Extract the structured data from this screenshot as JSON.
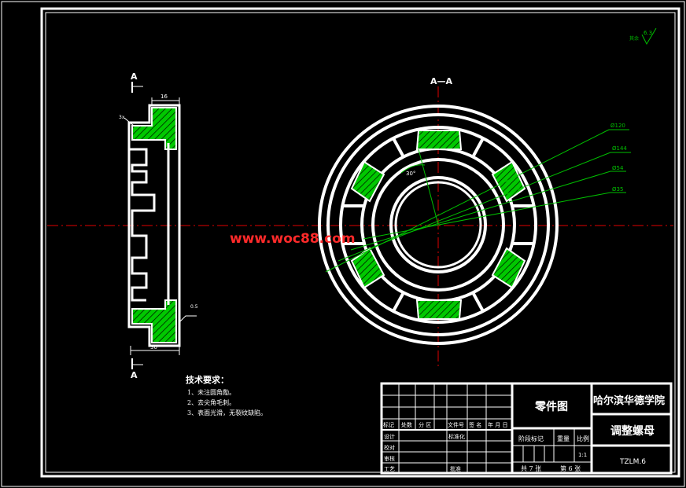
{
  "section_labels": {
    "section_left_top": "A",
    "section_left_bottom": "A",
    "section_view": "A—A"
  },
  "dimensions": {
    "width_top": "16",
    "width_bottom": "30",
    "chamfer_top": "3x",
    "chamfer_bottom": "0.5",
    "angle": "30°",
    "dia_1": "Ø120",
    "dia_2": "Ø144",
    "dia_3": "Ø54",
    "dia_4": "Ø35"
  },
  "roughness": {
    "label": "其余",
    "value": "6.3"
  },
  "watermark": "www.woc88.com",
  "tech_requirements": {
    "title": "技术要求：",
    "items": [
      "1、未注圆角勪。",
      "2、去尖角毛刺。",
      "3、表面光滑，无裂纹缺陷。"
    ]
  },
  "title_block": {
    "drawing_type": "零件图",
    "institution": "哈尔滨华德学院",
    "part_name": "调整螺母",
    "drawing_number": "TZLM.6",
    "revision_headers": [
      "标记",
      "处数",
      "分 区",
      "文件号",
      "签 名",
      "年 月 日"
    ],
    "sign_rows": [
      "设计",
      "校对",
      "审核",
      "工艺"
    ],
    "standardization": "标准化",
    "approve": "批准",
    "stage_mark": "阶段标记",
    "weight": "重量",
    "scale": "比例",
    "scale_value": "1:1",
    "sheets_total": "共 7 张",
    "sheet_no": "第 6 张"
  },
  "colors": {
    "background": "#000000",
    "outline": "#ffffff",
    "hatch_fill": "#00d000",
    "centerline": "#e00000",
    "dimension": "#00c000",
    "watermark": "#ff2a2a"
  }
}
